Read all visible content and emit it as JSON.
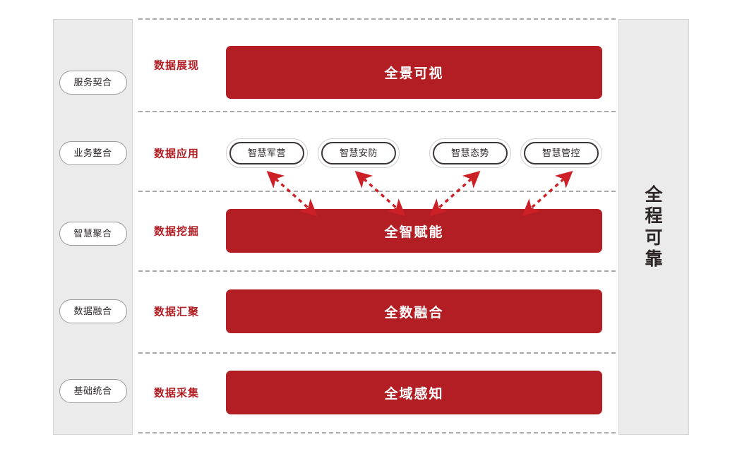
{
  "colors": {
    "brand_red": "#b21e24",
    "band_bg": "#ebebeb",
    "band_border": "#d5d5d5",
    "text_dark": "#2b2526",
    "divider": "#a8a8a8"
  },
  "left_band": {
    "items": [
      {
        "label": "服务契合"
      },
      {
        "label": "业务整合"
      },
      {
        "label": "智慧聚合"
      },
      {
        "label": "数据融合"
      },
      {
        "label": "基础统合"
      }
    ]
  },
  "right_band": {
    "label": "全程可靠"
  },
  "layers": [
    {
      "stage": "数据展现",
      "title": "全景可视"
    },
    {
      "stage": "数据应用",
      "title": ""
    },
    {
      "stage": "数据挖掘",
      "title": "全智赋能"
    },
    {
      "stage": "数据汇聚",
      "title": "全数融合"
    },
    {
      "stage": "数据采集",
      "title": "全域感知"
    }
  ],
  "applications": {
    "stage": "数据应用",
    "items": [
      {
        "label": "智慧军营"
      },
      {
        "label": "智慧安防"
      },
      {
        "label": "智慧态势"
      },
      {
        "label": "智慧管控"
      }
    ]
  }
}
